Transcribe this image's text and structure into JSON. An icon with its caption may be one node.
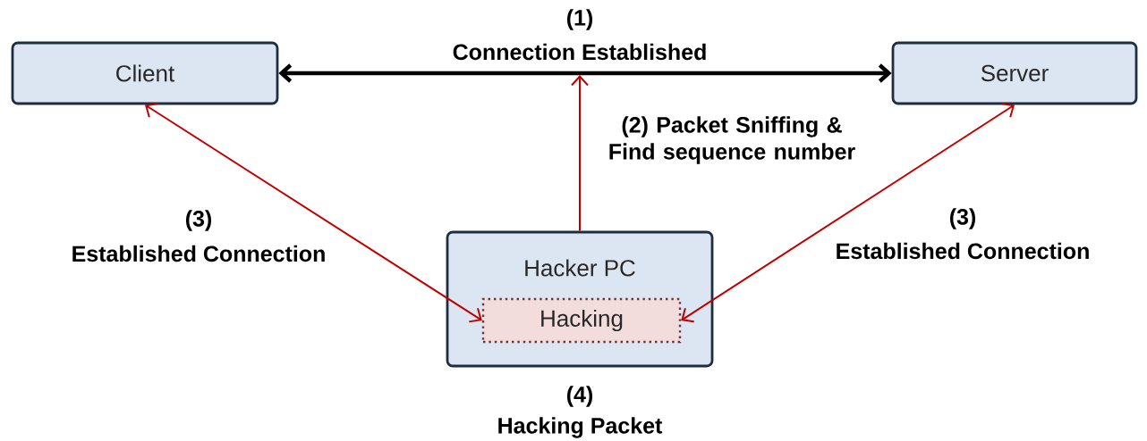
{
  "diagram": {
    "nodes": [
      {
        "text": [
          "Client"
        ]
      },
      {
        "text": [
          "Server"
        ]
      },
      {
        "text": [
          "Hacker PC"
        ],
        "beside": [
          "(4)",
          "Hacking Packet"
        ]
      },
      {
        "text": [
          "Hacking"
        ],
        "in": 2
      }
    ],
    "edges": [
      {
        "from": 0,
        "to": 1,
        "arrow": "both",
        "label": "Connection Established",
        "style": "thick",
        "color": "#000000"
      },
      {
        "from": 2,
        "to": null,
        "arrow": "to",
        "label": "(2) Packet Sniffing & Find sequence number",
        "color": "#c00000"
      },
      {
        "from": 0,
        "to": 3,
        "arrow": "both",
        "label": "Established Connection",
        "color": "#c00000"
      },
      {
        "from": 1,
        "to": 3,
        "arrow": "both",
        "label": "Established Connection",
        "color": "#c00000"
      }
    ],
    "labels": [
      "(1)",
      "(3)",
      "(3)"
    ]
  }
}
